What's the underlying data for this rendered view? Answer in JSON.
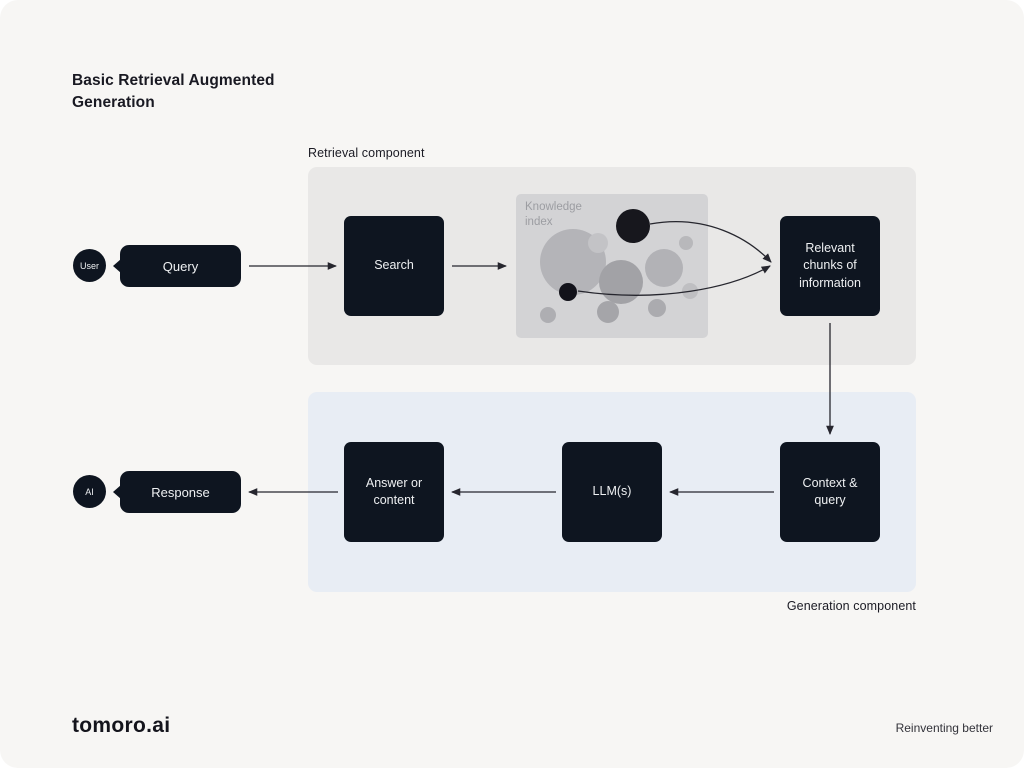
{
  "title": "Basic Retrieval Augmented Generation",
  "retrieval": {
    "label": "Retrieval component",
    "search": "Search",
    "knowledge_index": "Knowledge index",
    "relevant_chunks": "Relevant chunks of information"
  },
  "generation": {
    "label": "Generation component",
    "context_query": "Context & query",
    "llm": "LLM(s)",
    "answer": "Answer or content"
  },
  "flow": {
    "user": "User",
    "query": "Query",
    "ai": "AI",
    "response": "Response"
  },
  "footer": {
    "logo": "tomoro.ai",
    "tagline": "Reinventing better"
  },
  "colors": {
    "background": "#f7f6f4",
    "node_dark": "#0e1520",
    "retrieval_panel": "#e9e8e7",
    "generation_panel": "#e8edf4",
    "knowledge_box": "#d3d3d5",
    "arrow": "#26262e"
  }
}
